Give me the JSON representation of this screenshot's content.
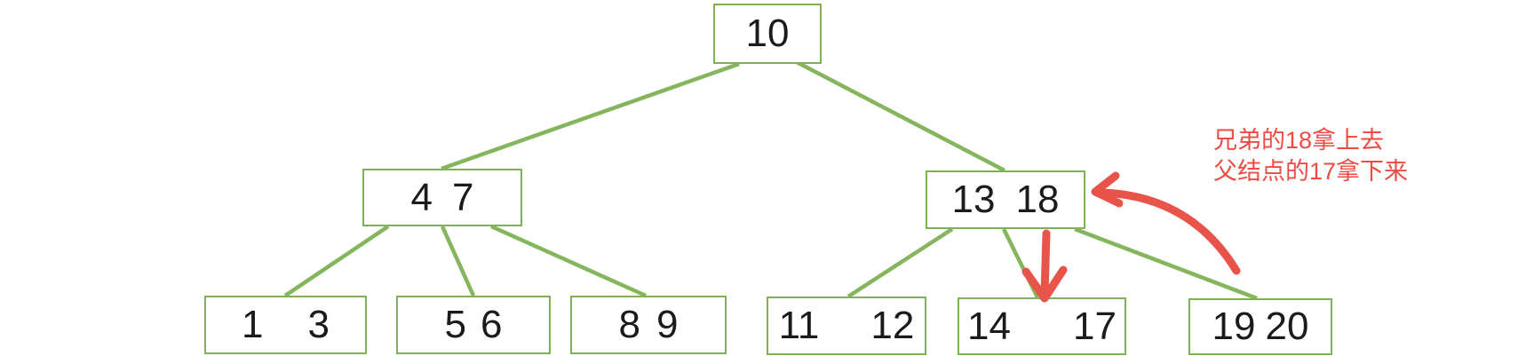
{
  "tree": {
    "nodes": {
      "root": {
        "keys": [
          "10"
        ]
      },
      "internal_left": {
        "keys": [
          "4",
          "7"
        ]
      },
      "internal_right": {
        "keys": [
          "13",
          "18"
        ]
      },
      "leaf_1": {
        "keys": [
          "1",
          "3"
        ]
      },
      "leaf_2": {
        "keys": [
          "5",
          "6"
        ]
      },
      "leaf_3": {
        "keys": [
          "8",
          "9"
        ]
      },
      "leaf_4": {
        "keys": [
          "11",
          "12"
        ]
      },
      "leaf_5": {
        "keys": [
          "14",
          "17"
        ]
      },
      "leaf_6": {
        "keys": [
          "19",
          "20"
        ]
      }
    }
  },
  "annotation": {
    "lines": [
      "兄弟的18拿上去",
      "父结点的17拿下来"
    ],
    "arrows": [
      "curved-arrow-pointing-to-node-13-18",
      "down-arrow-pointing-to-node-14-17"
    ]
  },
  "colors": {
    "edge_green": "#85b55c",
    "node_border_green": "#7fb156",
    "number_black": "#1b1b1b",
    "annotation_red": "#ed4b43",
    "background": "#ffffff"
  }
}
